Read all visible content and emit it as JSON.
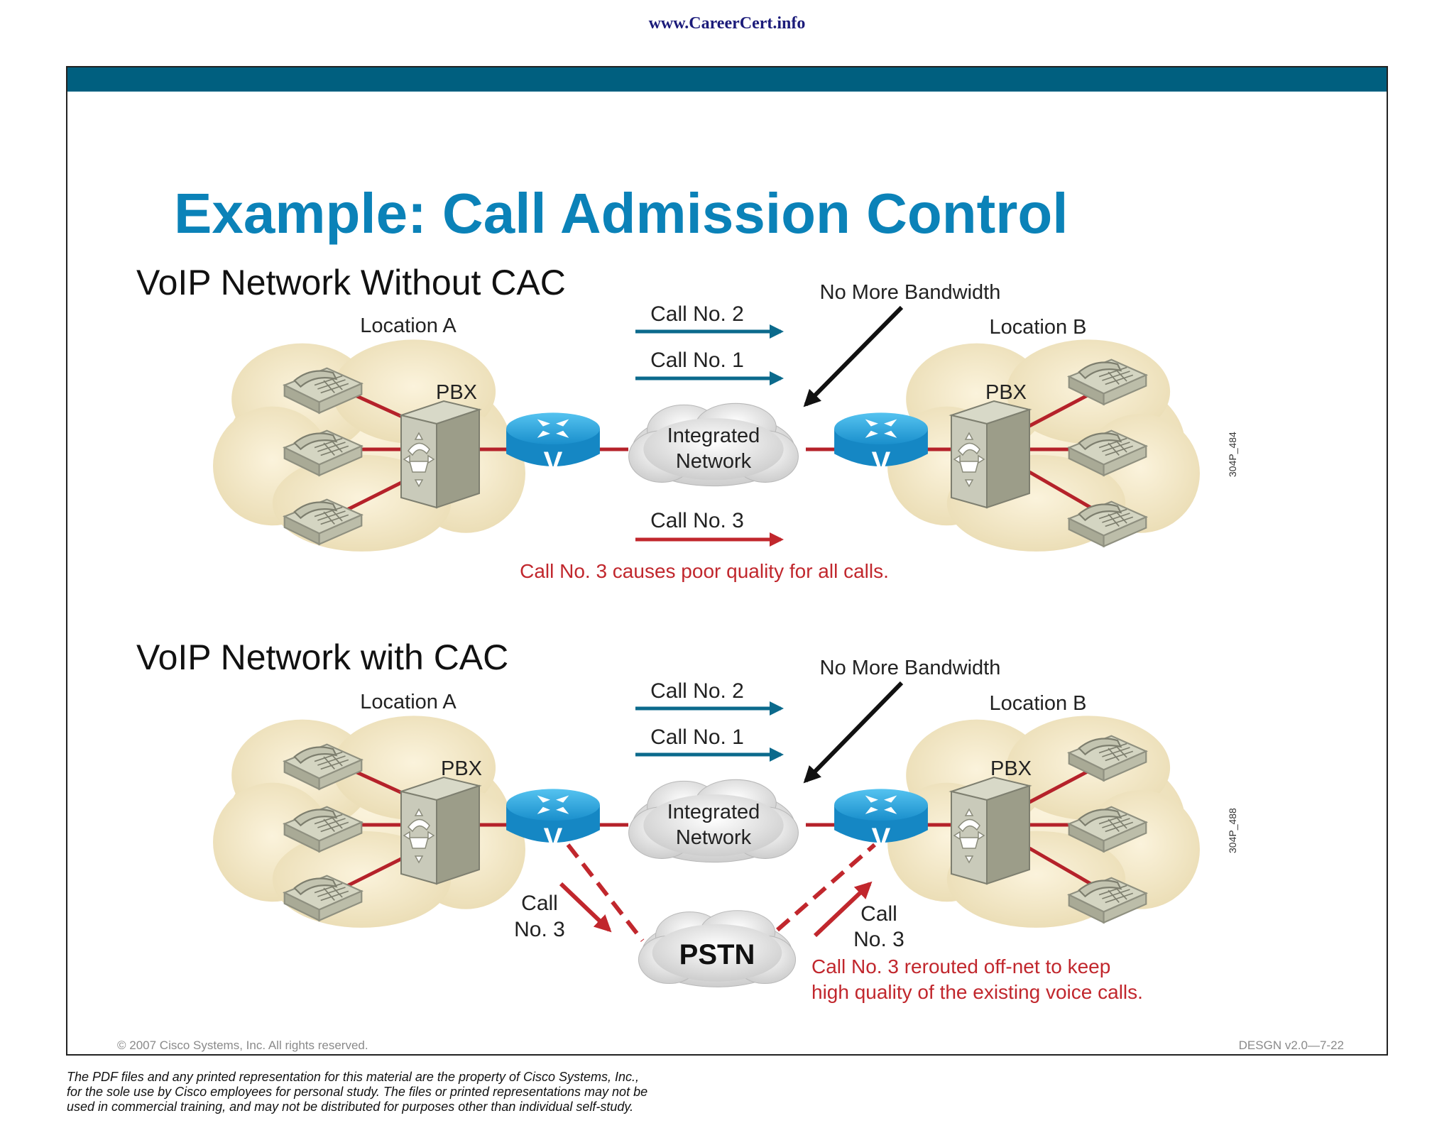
{
  "header_url": "www.CareerCert.info",
  "title": "Example: Call Admission Control",
  "colors": {
    "banner": "#005f7f",
    "title": "#0b82b8",
    "arrow_blue": "#0b6a8c",
    "call_red": "#c1272d",
    "link_red": "#b5222a",
    "cloud": "#f3e7c6",
    "router": "#1a9bd6",
    "pbx": "#b8b9a2"
  },
  "panels": [
    {
      "heading": "VoIP Network Without CAC",
      "location_a": "Location A",
      "location_b": "Location B",
      "pbx_a": "PBX",
      "pbx_b": "PBX",
      "call2": "Call No. 2",
      "call1": "Call No. 1",
      "call3": "Call No. 3",
      "no_bandwidth": "No More Bandwidth",
      "network_l1": "Integrated",
      "network_l2": "Network",
      "note": "Call No. 3 causes poor quality for all calls.",
      "fig_id": "304P_484"
    },
    {
      "heading": "VoIP Network with CAC",
      "location_a": "Location A",
      "location_b": "Location B",
      "pbx_a": "PBX",
      "pbx_b": "PBX",
      "call2": "Call No. 2",
      "call1": "Call No. 1",
      "no_bandwidth": "No More Bandwidth",
      "network_l1": "Integrated",
      "network_l2": "Network",
      "pstn": "PSTN",
      "call3_left_l1": "Call",
      "call3_left_l2": "No. 3",
      "call3_right_l1": "Call",
      "call3_right_l2": "No. 3",
      "note_l1": "Call No. 3 rerouted off-net to keep",
      "note_l2": "high quality of the existing voice calls.",
      "fig_id": "304P_488"
    }
  ],
  "router_glyph": "V",
  "copyright": "© 2007 Cisco Systems, Inc. All rights reserved.",
  "course_id": "DESGN v2.0—7-22",
  "disclaimer": [
    "The PDF files and any printed representation for this material are the property of Cisco Systems, Inc.,",
    "for the sole use by Cisco employees for personal study. The files or printed representations may not be",
    "used in commercial training, and may not be distributed for purposes other than individual self-study."
  ]
}
